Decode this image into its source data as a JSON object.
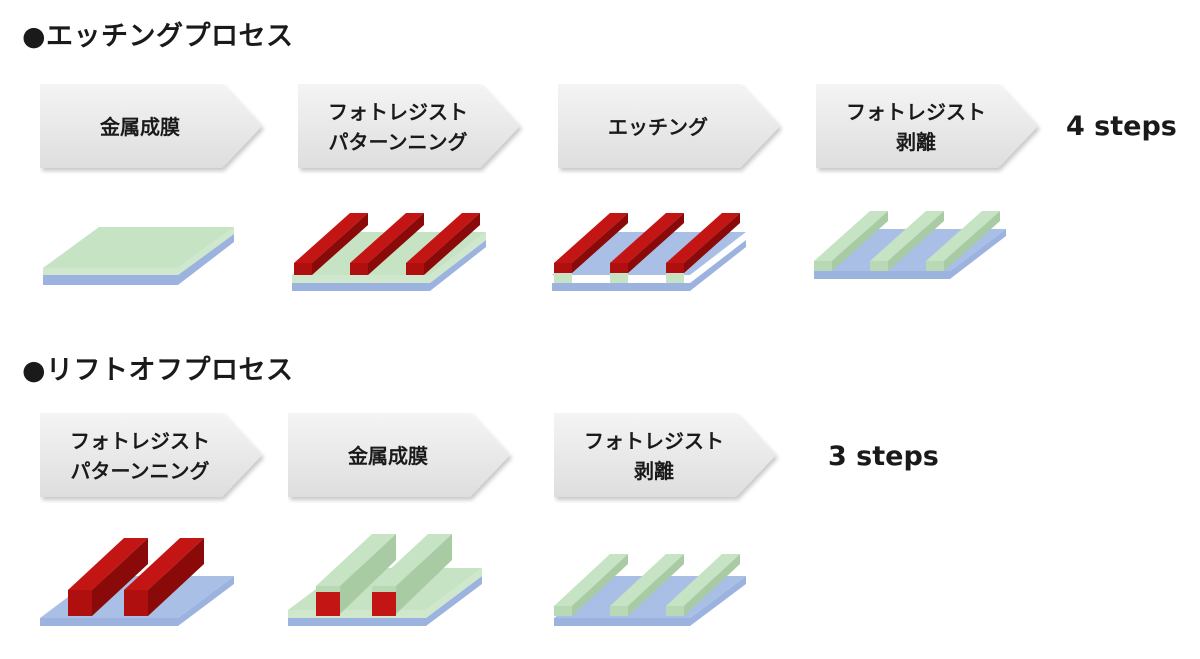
{
  "etching": {
    "heading": "●エッチングプロセス",
    "steps": [
      {
        "line1": "金属成膜",
        "line2": ""
      },
      {
        "line1": "フォトレジスト",
        "line2": "パターンニング"
      },
      {
        "line1": "エッチング",
        "line2": ""
      },
      {
        "line1": "フォトレジスト",
        "line2": "剥離"
      }
    ],
    "count": "4 steps"
  },
  "liftoff": {
    "heading": "●リフトオフプロセス",
    "steps": [
      {
        "line1": "フォトレジスト",
        "line2": "パターンニング"
      },
      {
        "line1": "金属成膜",
        "line2": ""
      },
      {
        "line1": "フォトレジスト",
        "line2": "剥離"
      }
    ],
    "count": "3 steps"
  },
  "colors": {
    "substrate": "#9db3df",
    "metal_film": "#c6e3c4",
    "photoresist": "#c41515",
    "chevron": "#ececec"
  }
}
